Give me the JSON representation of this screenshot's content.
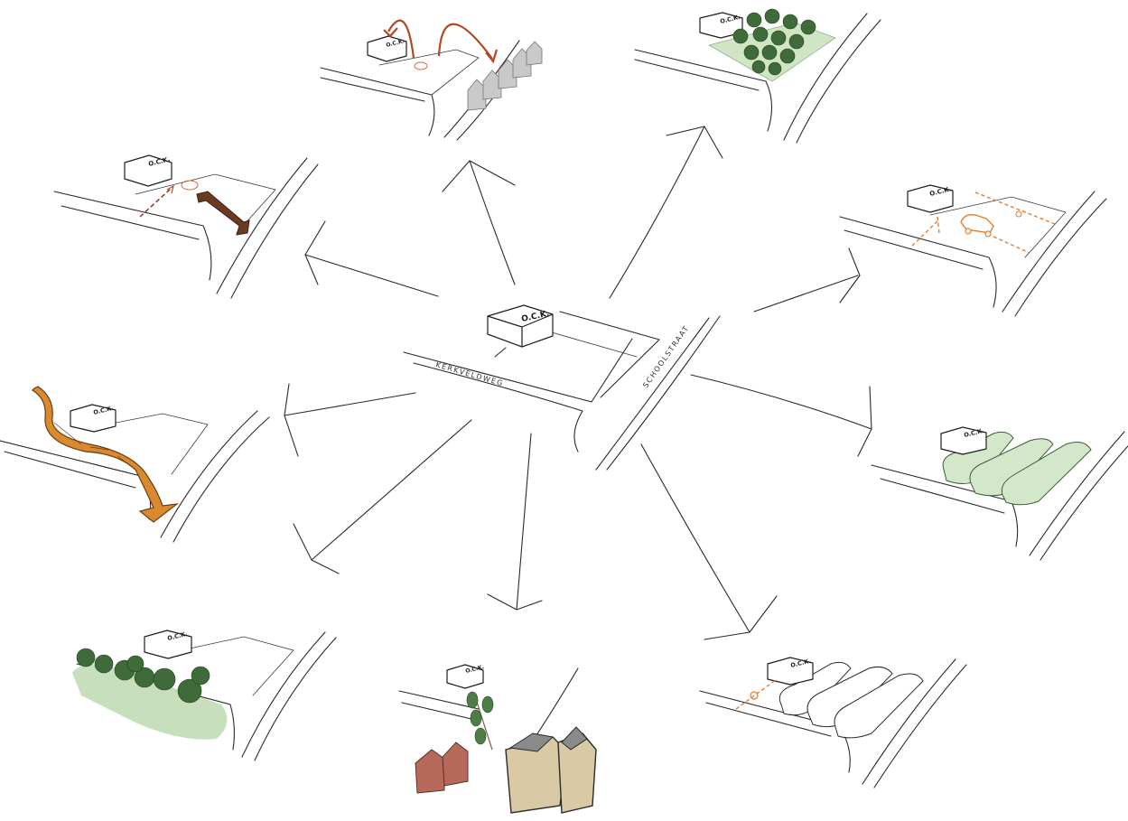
{
  "building_label": "O.C.K.",
  "streets": {
    "street_a": "KERKVELDWEG",
    "street_b": "SCHOOLSTRAAT"
  },
  "colors": {
    "ink": "#2a2a2a",
    "rust_arrow": "#b4471f",
    "orange_dashed": "#e57c2b",
    "ochre_arrow": "#d98a2e",
    "tree_green": "#3f6a3a",
    "field_green": "#cfe5c4",
    "roof_gray": "#8a8a8a",
    "sand_building": "#d9c9a4",
    "brick_red": "#b86a5a"
  }
}
